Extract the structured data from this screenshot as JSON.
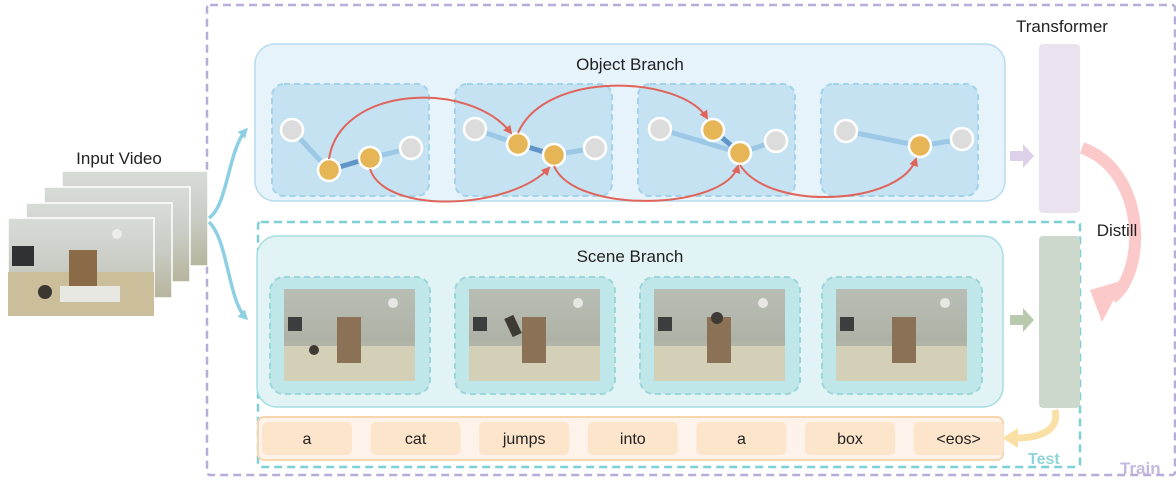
{
  "labels": {
    "input_video": "Input Video",
    "object_branch": "Object Branch",
    "scene_branch": "Scene Branch",
    "transformer": "Transformer",
    "distill": "Distill",
    "test": "Test",
    "train": "Train"
  },
  "caption_tokens": [
    "a",
    "cat",
    "jumps",
    "into",
    "a",
    "box",
    "<eos>"
  ],
  "colors": {
    "train_border": "#b9acd8",
    "test_border": "#7fd0d4",
    "object_panel": "#e6f3fa",
    "object_cell": "#c4e2f2",
    "scene_panel": "#e2f3f5",
    "scene_cell": "#bfe6e8",
    "node_active": "#e6b556",
    "node_idle": "#dcdcdc",
    "relation_arrow": "#e0645a",
    "transformer_object": "#ebe2f0",
    "transformer_scene": "#cdd8cc",
    "distill_arrow": "#fbc9c9",
    "token_fill": "#fde5cc",
    "token_bar": "#fbe1c4"
  }
}
